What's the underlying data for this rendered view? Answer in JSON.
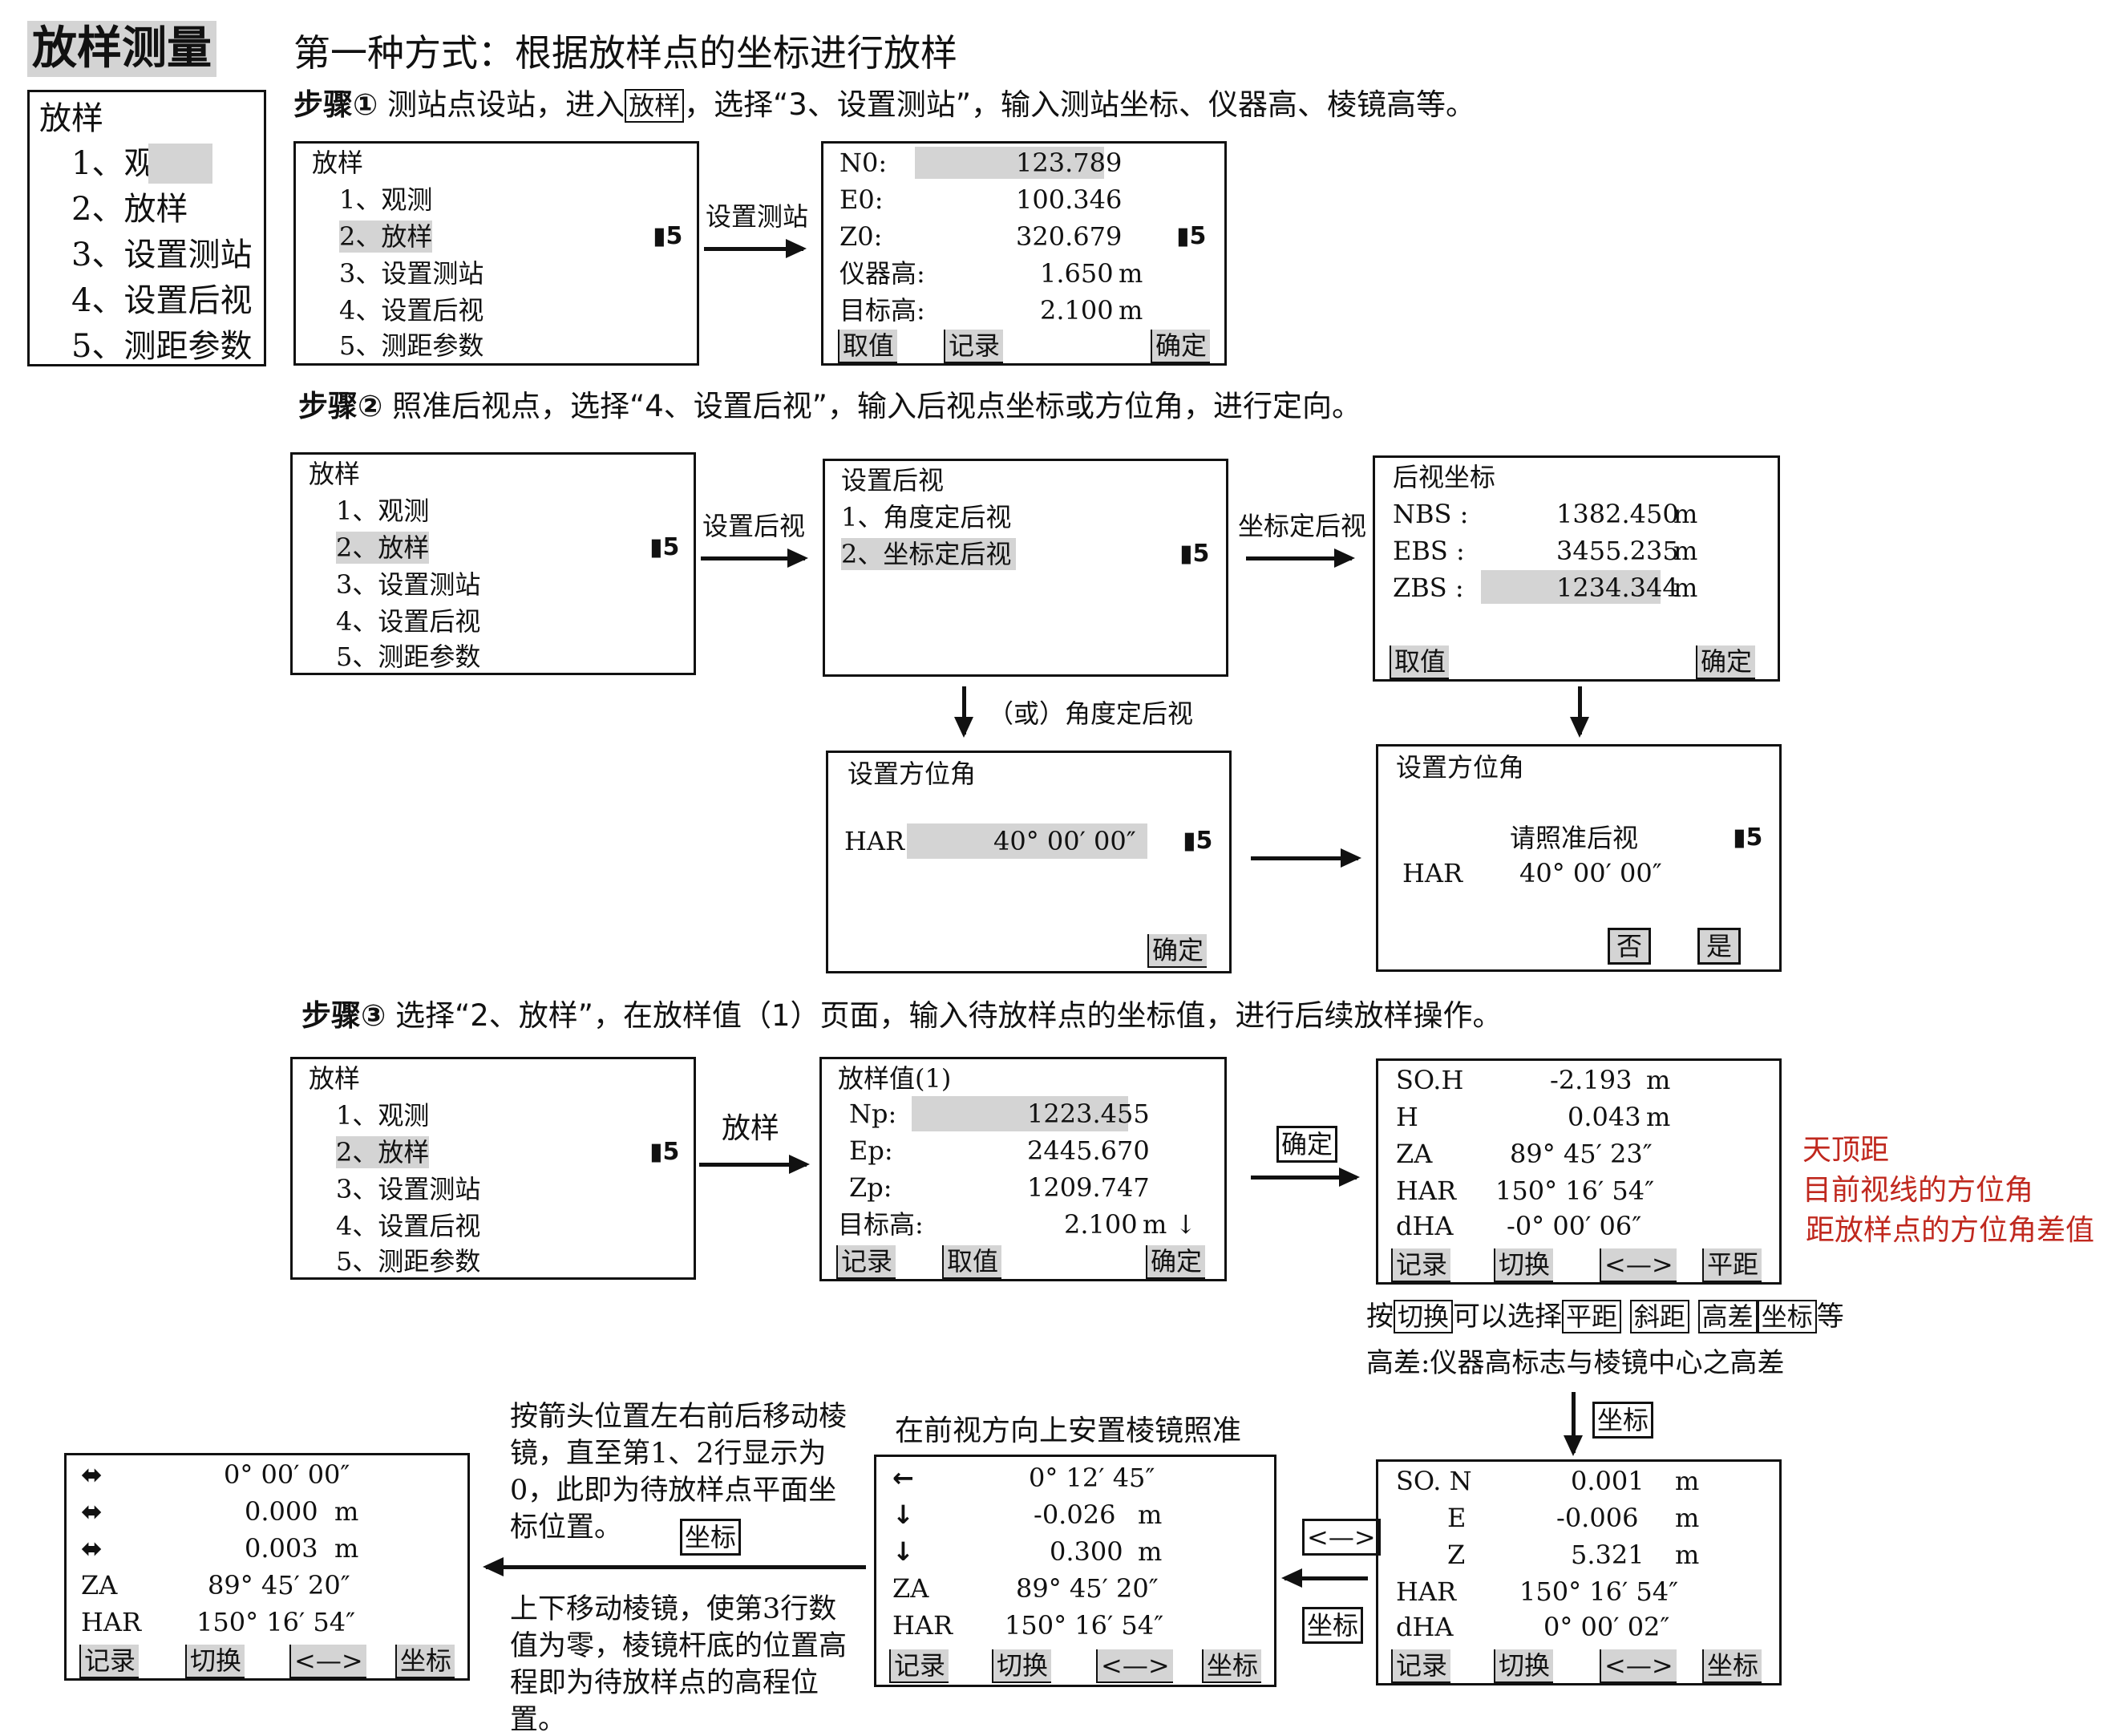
{
  "header": {
    "page_title": "放样测量",
    "main_heading": "第一种方式：根据放样点的坐标进行放样"
  },
  "menu": {
    "title": "放样",
    "items": [
      "1、观测",
      "2、放样",
      "3、设置测站",
      "4、设置后视",
      "5、测距参数"
    ]
  },
  "battery": "5",
  "step1": {
    "label": "步骤①",
    "text_a": "测站点设站，进入",
    "key": "放样",
    "text_b": "，选择“3、设置测站”，输入测站坐标、仪器高、棱镜高等。",
    "arrow_label": "设置测站",
    "station": {
      "rows": [
        {
          "label": "N0:",
          "value": "123.789",
          "unit": ""
        },
        {
          "label": "E0:",
          "value": "100.346",
          "unit": ""
        },
        {
          "label": "Z0:",
          "value": "320.679",
          "unit": ""
        },
        {
          "label": "仪器高:",
          "value": "1.650",
          "unit": "m"
        },
        {
          "label": "目标高:",
          "value": "2.100",
          "unit": "m"
        }
      ],
      "btn_take": "取值",
      "btn_record": "记录",
      "btn_ok": "确定"
    }
  },
  "step2": {
    "label": "步骤②",
    "text": "照准后视点，选择“4、设置后视”，输入后视点坐标或方位角，进行定向。",
    "arrow1": "设置后视",
    "backsight_menu": {
      "title": "设置后视",
      "items": [
        "1、角度定后视",
        "2、坐标定后视"
      ]
    },
    "arrow2": "坐标定后视",
    "bs_coords": {
      "title": "后视坐标",
      "rows": [
        {
          "label": "NBS :",
          "value": "1382.450",
          "unit": "m"
        },
        {
          "label": "EBS :",
          "value": "3455.235",
          "unit": "m"
        },
        {
          "label": "ZBS :",
          "value": "1234.344",
          "unit": "m"
        }
      ],
      "btn_take": "取值",
      "btn_ok": "确定"
    },
    "or_label": "（或）角度定后视",
    "azimuth1": {
      "title": "设置方位角",
      "label": "HAR",
      "value": "40° 00′ 00″",
      "btn_ok": "确定"
    },
    "azimuth2": {
      "title": "设置方位角",
      "prompt": "请照准后视",
      "label": "HAR",
      "value": "40° 00′ 00″",
      "btn_no": "否",
      "btn_yes": "是"
    }
  },
  "step3": {
    "label": "步骤③",
    "text": "选择“2、放样”，在放样值（1）页面，输入待放样点的坐标值，进行后续放样操作。",
    "arrow1": "放样",
    "so_values": {
      "title": "放样值(1)",
      "rows": [
        {
          "label": "Np:",
          "value": "1223.455",
          "unit": ""
        },
        {
          "label": "Ep:",
          "value": "2445.670",
          "unit": ""
        },
        {
          "label": "Zp:",
          "value": "1209.747",
          "unit": ""
        },
        {
          "label": "目标高:",
          "value": "2.100",
          "unit": "m ↓"
        }
      ],
      "btn_record": "记录",
      "btn_take": "取值",
      "btn_ok": "确定"
    },
    "confirm_key": "确定",
    "measure": {
      "rows": [
        {
          "label": "SO.H",
          "value": "-2.193",
          "unit": "m"
        },
        {
          "label": "H",
          "value": "0.043",
          "unit": "m"
        },
        {
          "label": "ZA",
          "value": "89° 45′ 23″",
          "unit": ""
        },
        {
          "label": "HAR",
          "value": "150° 16′ 54″",
          "unit": ""
        },
        {
          "label": "dHA",
          "value": "-0° 00′ 06″",
          "unit": ""
        }
      ],
      "softkeys": [
        "记录",
        "切换",
        "<—>",
        "平距"
      ]
    },
    "notes_red": [
      "天顶距",
      "目前视线的方位角",
      "距放样点的方位角差值"
    ],
    "switch_note": {
      "prefix": "按",
      "key": "切换",
      "middle": "可以选择",
      "options": [
        "平距",
        "斜距",
        "高差",
        "坐标"
      ],
      "suffix": "等"
    },
    "height_note": "高差:仪器高标志与棱镜中心之高差",
    "coord_key": "坐标",
    "coord_screen": {
      "rows": [
        {
          "label": "SO. N",
          "value": "0.001",
          "unit": "m"
        },
        {
          "label": "E",
          "value": "-0.006",
          "unit": "m"
        },
        {
          "label": "Z",
          "value": "5.321",
          "unit": "m"
        },
        {
          "label": "HAR",
          "value": "150° 16′ 54″",
          "unit": ""
        },
        {
          "label": "dHA",
          "value": "0° 00′ 02″",
          "unit": ""
        }
      ],
      "softkeys": [
        "记录",
        "切换",
        "<—>",
        "坐标"
      ]
    },
    "keys_between": [
      "<—>",
      "坐标"
    ],
    "prism_note": "在前视方向上安置棱镜照准",
    "guide_screen": {
      "rows": [
        {
          "icon": "←",
          "value": "0° 12′ 45″",
          "unit": ""
        },
        {
          "icon": "↓",
          "value": "-0.026",
          "unit": "m"
        },
        {
          "icon": "↓",
          "value": "0.300",
          "unit": "m"
        },
        {
          "label": "ZA",
          "value": "89° 45′ 20″",
          "unit": ""
        },
        {
          "label": "HAR",
          "value": "150° 16′ 54″",
          "unit": ""
        }
      ],
      "softkeys": [
        "记录",
        "切换",
        "<—>",
        "坐标"
      ]
    },
    "note_move": "按箭头位置左右前后移动棱镜，直至第1、2行显示为0，此即为待放样点平面坐标位置。",
    "note_key": "坐标",
    "note_height": "上下移动棱镜，使第3行数值为零，棱镜杆底的位置高程即为待放样点的高程位置。",
    "final_screen": {
      "rows": [
        {
          "icon": "⬌",
          "value": "0° 00′ 00″",
          "unit": ""
        },
        {
          "icon": "⬌",
          "value": "0.000",
          "unit": "m"
        },
        {
          "icon": "⬌",
          "value": "0.003",
          "unit": "m"
        },
        {
          "label": "ZA",
          "value": "89° 45′ 20″",
          "unit": ""
        },
        {
          "label": "HAR",
          "value": "150° 16′ 54″",
          "unit": ""
        }
      ],
      "softkeys": [
        "记录",
        "切换",
        "<—>",
        "坐标"
      ]
    }
  }
}
